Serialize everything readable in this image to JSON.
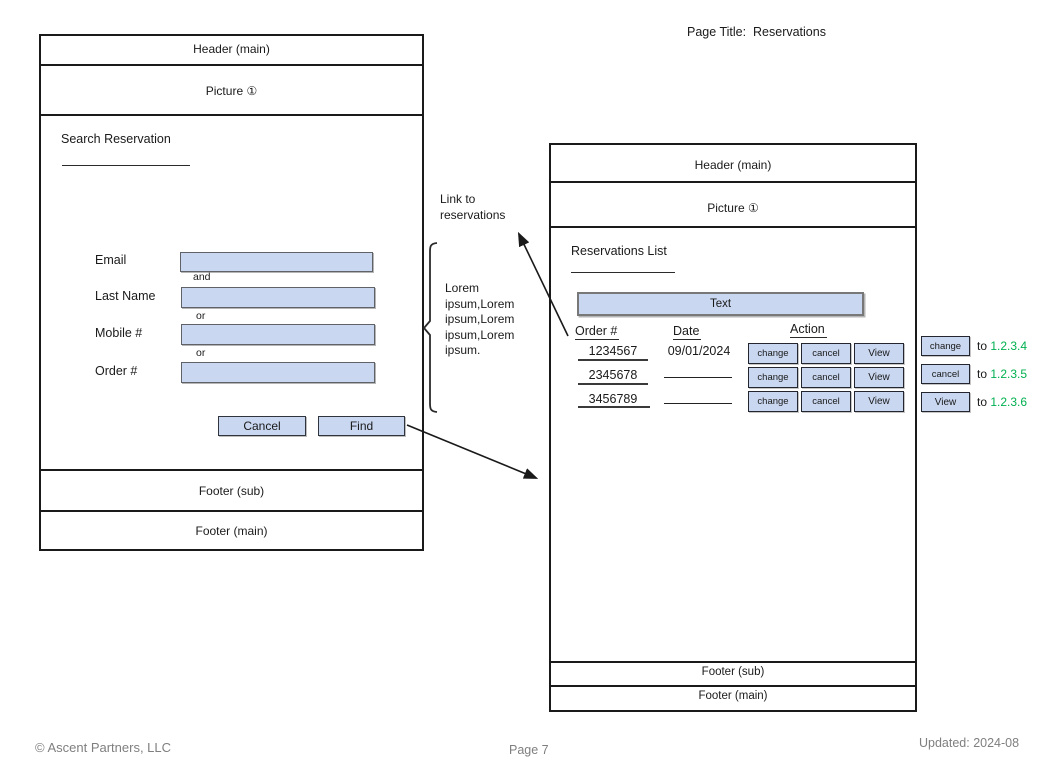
{
  "page": {
    "title_label": "Page Title:  Reservations",
    "footer": {
      "copyright": "© Ascent Partners, LLC",
      "page_number": "Page 7",
      "updated": "Updated: 2024-08"
    }
  },
  "colors": {
    "widget_fill_blue": "#C9D7F0",
    "link_target_green": "#00B050",
    "footer_gray": "#7f7f7f"
  },
  "left_panel": {
    "header_label": "Header (main)",
    "picture_label": "Picture ①",
    "section_title": "Search Reservation",
    "fields": [
      {
        "label": "Email",
        "connector": "and"
      },
      {
        "label": "Last Name",
        "connector": "or"
      },
      {
        "label": "Mobile #",
        "connector": "or"
      },
      {
        "label": "Order #",
        "connector": ""
      }
    ],
    "buttons": {
      "cancel": "Cancel",
      "find": "Find"
    },
    "footer_sub_label": "Footer (sub)",
    "footer_main_label": "Footer (main)"
  },
  "annotations": {
    "link_note": "Link to reservations",
    "lorem_note": "Lorem ipsum,Lorem ipsum,Lorem ipsum,Lorem ipsum."
  },
  "right_panel": {
    "header_label": "Header (main)",
    "picture_label": "Picture ①",
    "section_title": "Reservations List",
    "text_bar_label": "Text",
    "table": {
      "columns": {
        "order": "Order #",
        "date": "Date",
        "action": "Action"
      },
      "rows": [
        {
          "order": "1234567",
          "date": "09/01/2024",
          "actions": [
            "change",
            "cancel",
            "View"
          ]
        },
        {
          "order": "2345678",
          "date": "",
          "actions": [
            "change",
            "cancel",
            "View"
          ]
        },
        {
          "order": "3456789",
          "date": "",
          "actions": [
            "change",
            "cancel",
            "View"
          ]
        }
      ]
    },
    "footer_sub_label": "Footer (sub)",
    "footer_main_label": "Footer (main)"
  },
  "side_notes": [
    {
      "button": "change",
      "prefix": "to",
      "target": "1.2.3.4"
    },
    {
      "button": "cancel",
      "prefix": "to",
      "target": "1.2.3.5"
    },
    {
      "button": "View",
      "prefix": "to",
      "target": "1.2.3.6"
    }
  ]
}
